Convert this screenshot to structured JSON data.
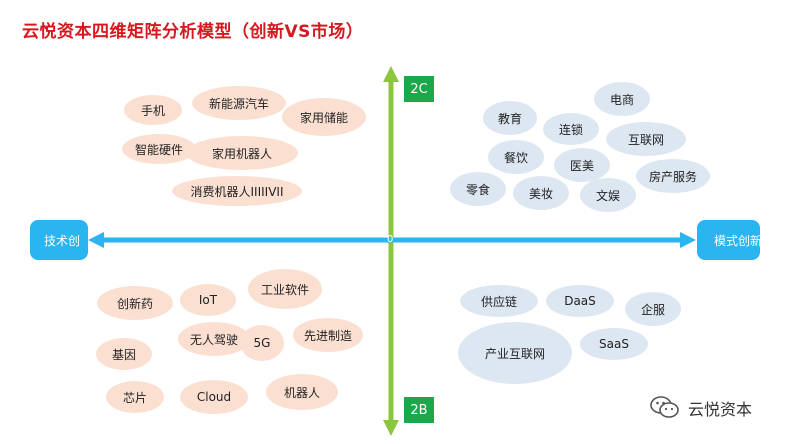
{
  "title": "云悦资本四维矩阵分析模型（创新VS市场）",
  "axes": {
    "left_label": "技术创",
    "right_label": "模式创新",
    "top_label": "2C",
    "bottom_label": "2B",
    "origin_label": "0"
  },
  "colors": {
    "title": "#d7181f",
    "horizontal_axis": "#2ab5f0",
    "vertical_axis": "#8cc63f",
    "quadrant_tag": "#1aa84a",
    "bubble_tech": "#fbe0d2",
    "bubble_model": "#dde7f2"
  },
  "bubbles": {
    "tech_2c": [
      "手机",
      "新能源汽车",
      "家用储能",
      "智能硬件",
      "家用机器人",
      "消费机器人IIIIIVII"
    ],
    "model_2c": [
      "电商",
      "教育",
      "连锁",
      "互联网",
      "餐饮",
      "医美",
      "零食",
      "美妆",
      "文娱",
      "房产服务"
    ],
    "tech_2b": [
      "创新药",
      "IoT",
      "工业软件",
      "无人驾驶",
      "5G",
      "先进制造",
      "基因",
      "芯片",
      "Cloud",
      "机器人"
    ],
    "model_2b": [
      "供应链",
      "DaaS",
      "企服",
      "SaaS",
      "产业互联网"
    ]
  },
  "watermark": {
    "icon": "wechat-icon",
    "text": "云悦资本"
  }
}
